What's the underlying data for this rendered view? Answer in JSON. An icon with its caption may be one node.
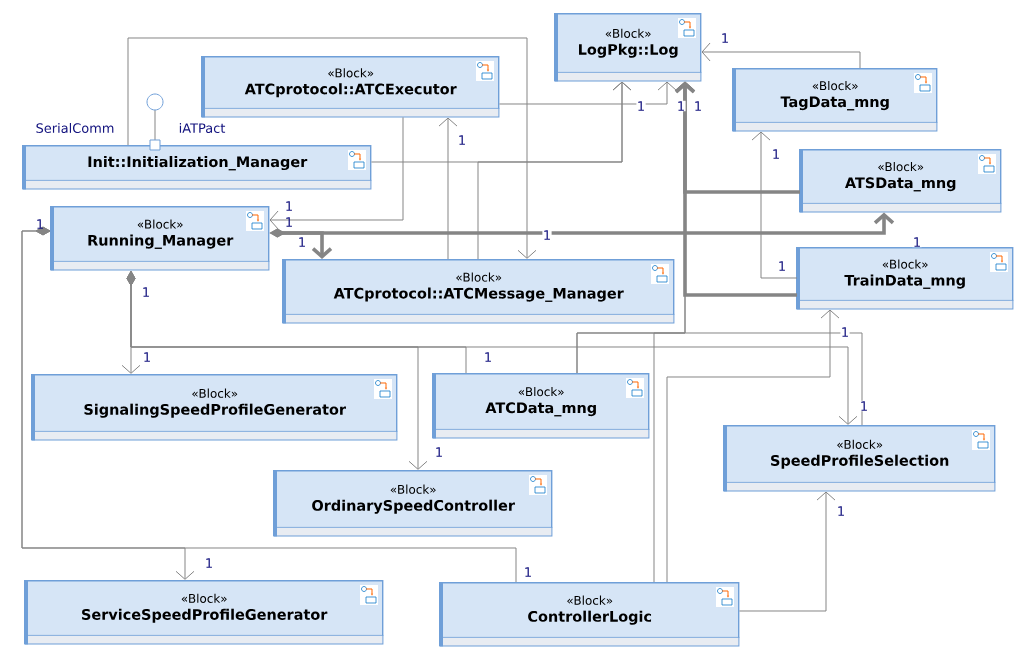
{
  "diagram": {
    "nodes": [
      {
        "text": [
          "«Block»",
          "LogPkg::Log"
        ]
      },
      {
        "text": [
          "«Block»",
          "ATCprotocol::ATCExecutor"
        ]
      },
      {
        "text": [
          "«Block»",
          "TagData_mng"
        ]
      },
      {
        "text": [
          "Init::Initialization_Manager"
        ]
      },
      {
        "text": [
          "«Block»",
          "ATSData_mng"
        ]
      },
      {
        "text": [
          "«Block»",
          "Running_Manager"
        ]
      },
      {
        "text": [
          "«Block»",
          "ATCprotocol::ATCMessage_Manager"
        ]
      },
      {
        "text": [
          "«Block»",
          "TrainData_mng"
        ]
      },
      {
        "text": [
          "«Block»",
          "SignalingSpeedProfileGenerator"
        ]
      },
      {
        "text": [
          "«Block»",
          "ATCData_mng"
        ]
      },
      {
        "text": [
          "«Block»",
          "SpeedProfileSelection"
        ]
      },
      {
        "text": [
          "«Block»",
          "OrdinarySpeedController"
        ]
      },
      {
        "text": [
          "«Block»",
          "ServiceSpeedProfileGenerator"
        ]
      },
      {
        "text": [
          "«Block»",
          "ControllerLogic"
        ]
      }
    ],
    "edges": [
      {
        "from": 1,
        "to": 0,
        "arrow": "to",
        "label": "1"
      },
      {
        "from": 3,
        "to": 0,
        "arrow": "to",
        "label": "1"
      },
      {
        "from": 2,
        "to": 0,
        "arrow": "to",
        "label": "1"
      },
      {
        "from": 6,
        "to": 0,
        "arrow": "to"
      },
      {
        "from": 4,
        "to": 0,
        "arrow": "to",
        "label": "1",
        "style": "thick"
      },
      {
        "from": 7,
        "to": 0,
        "arrow": "to",
        "style": "thick"
      },
      {
        "from": 9,
        "to": 0,
        "arrow": "to"
      },
      {
        "from": 13,
        "to": 0,
        "arrow": "to"
      },
      {
        "from": 5,
        "to": 6,
        "arrow": "to",
        "label": "1",
        "style": "thick"
      },
      {
        "from": 5,
        "to": 4,
        "arrow": "to",
        "label": "1",
        "style": "thick"
      },
      {
        "from": 5,
        "to": 8,
        "arrow": "to",
        "label": "1"
      },
      {
        "from": 5,
        "to": 11,
        "arrow": "to",
        "label": "1"
      },
      {
        "from": 5,
        "to": 10,
        "arrow": "to"
      },
      {
        "from": 5,
        "to": 12,
        "arrow": "to",
        "label": "1"
      },
      {
        "from": 5,
        "to": 13,
        "arrow": "other",
        "label": "1"
      },
      {
        "from": 5,
        "to": 9,
        "arrow": "other",
        "label": "1"
      },
      {
        "from": 1,
        "to": 5,
        "arrow": "to",
        "label": "1"
      },
      {
        "from": 3,
        "to": 6,
        "arrow": "to",
        "label": "1"
      },
      {
        "from": 6,
        "to": 1,
        "arrow": "to",
        "label": "1"
      },
      {
        "from": 7,
        "to": 2,
        "arrow": "to",
        "label": "1"
      },
      {
        "from": 13,
        "to": 7,
        "arrow": "to",
        "label": "1"
      },
      {
        "from": 13,
        "to": 10,
        "arrow": "to",
        "label": "1"
      },
      {
        "from": 9,
        "to": 10,
        "arrow": "none",
        "label": "1"
      }
    ],
    "labels": [
      "SerialComm",
      "iATPact",
      "1",
      "1",
      "1",
      "1"
    ]
  }
}
